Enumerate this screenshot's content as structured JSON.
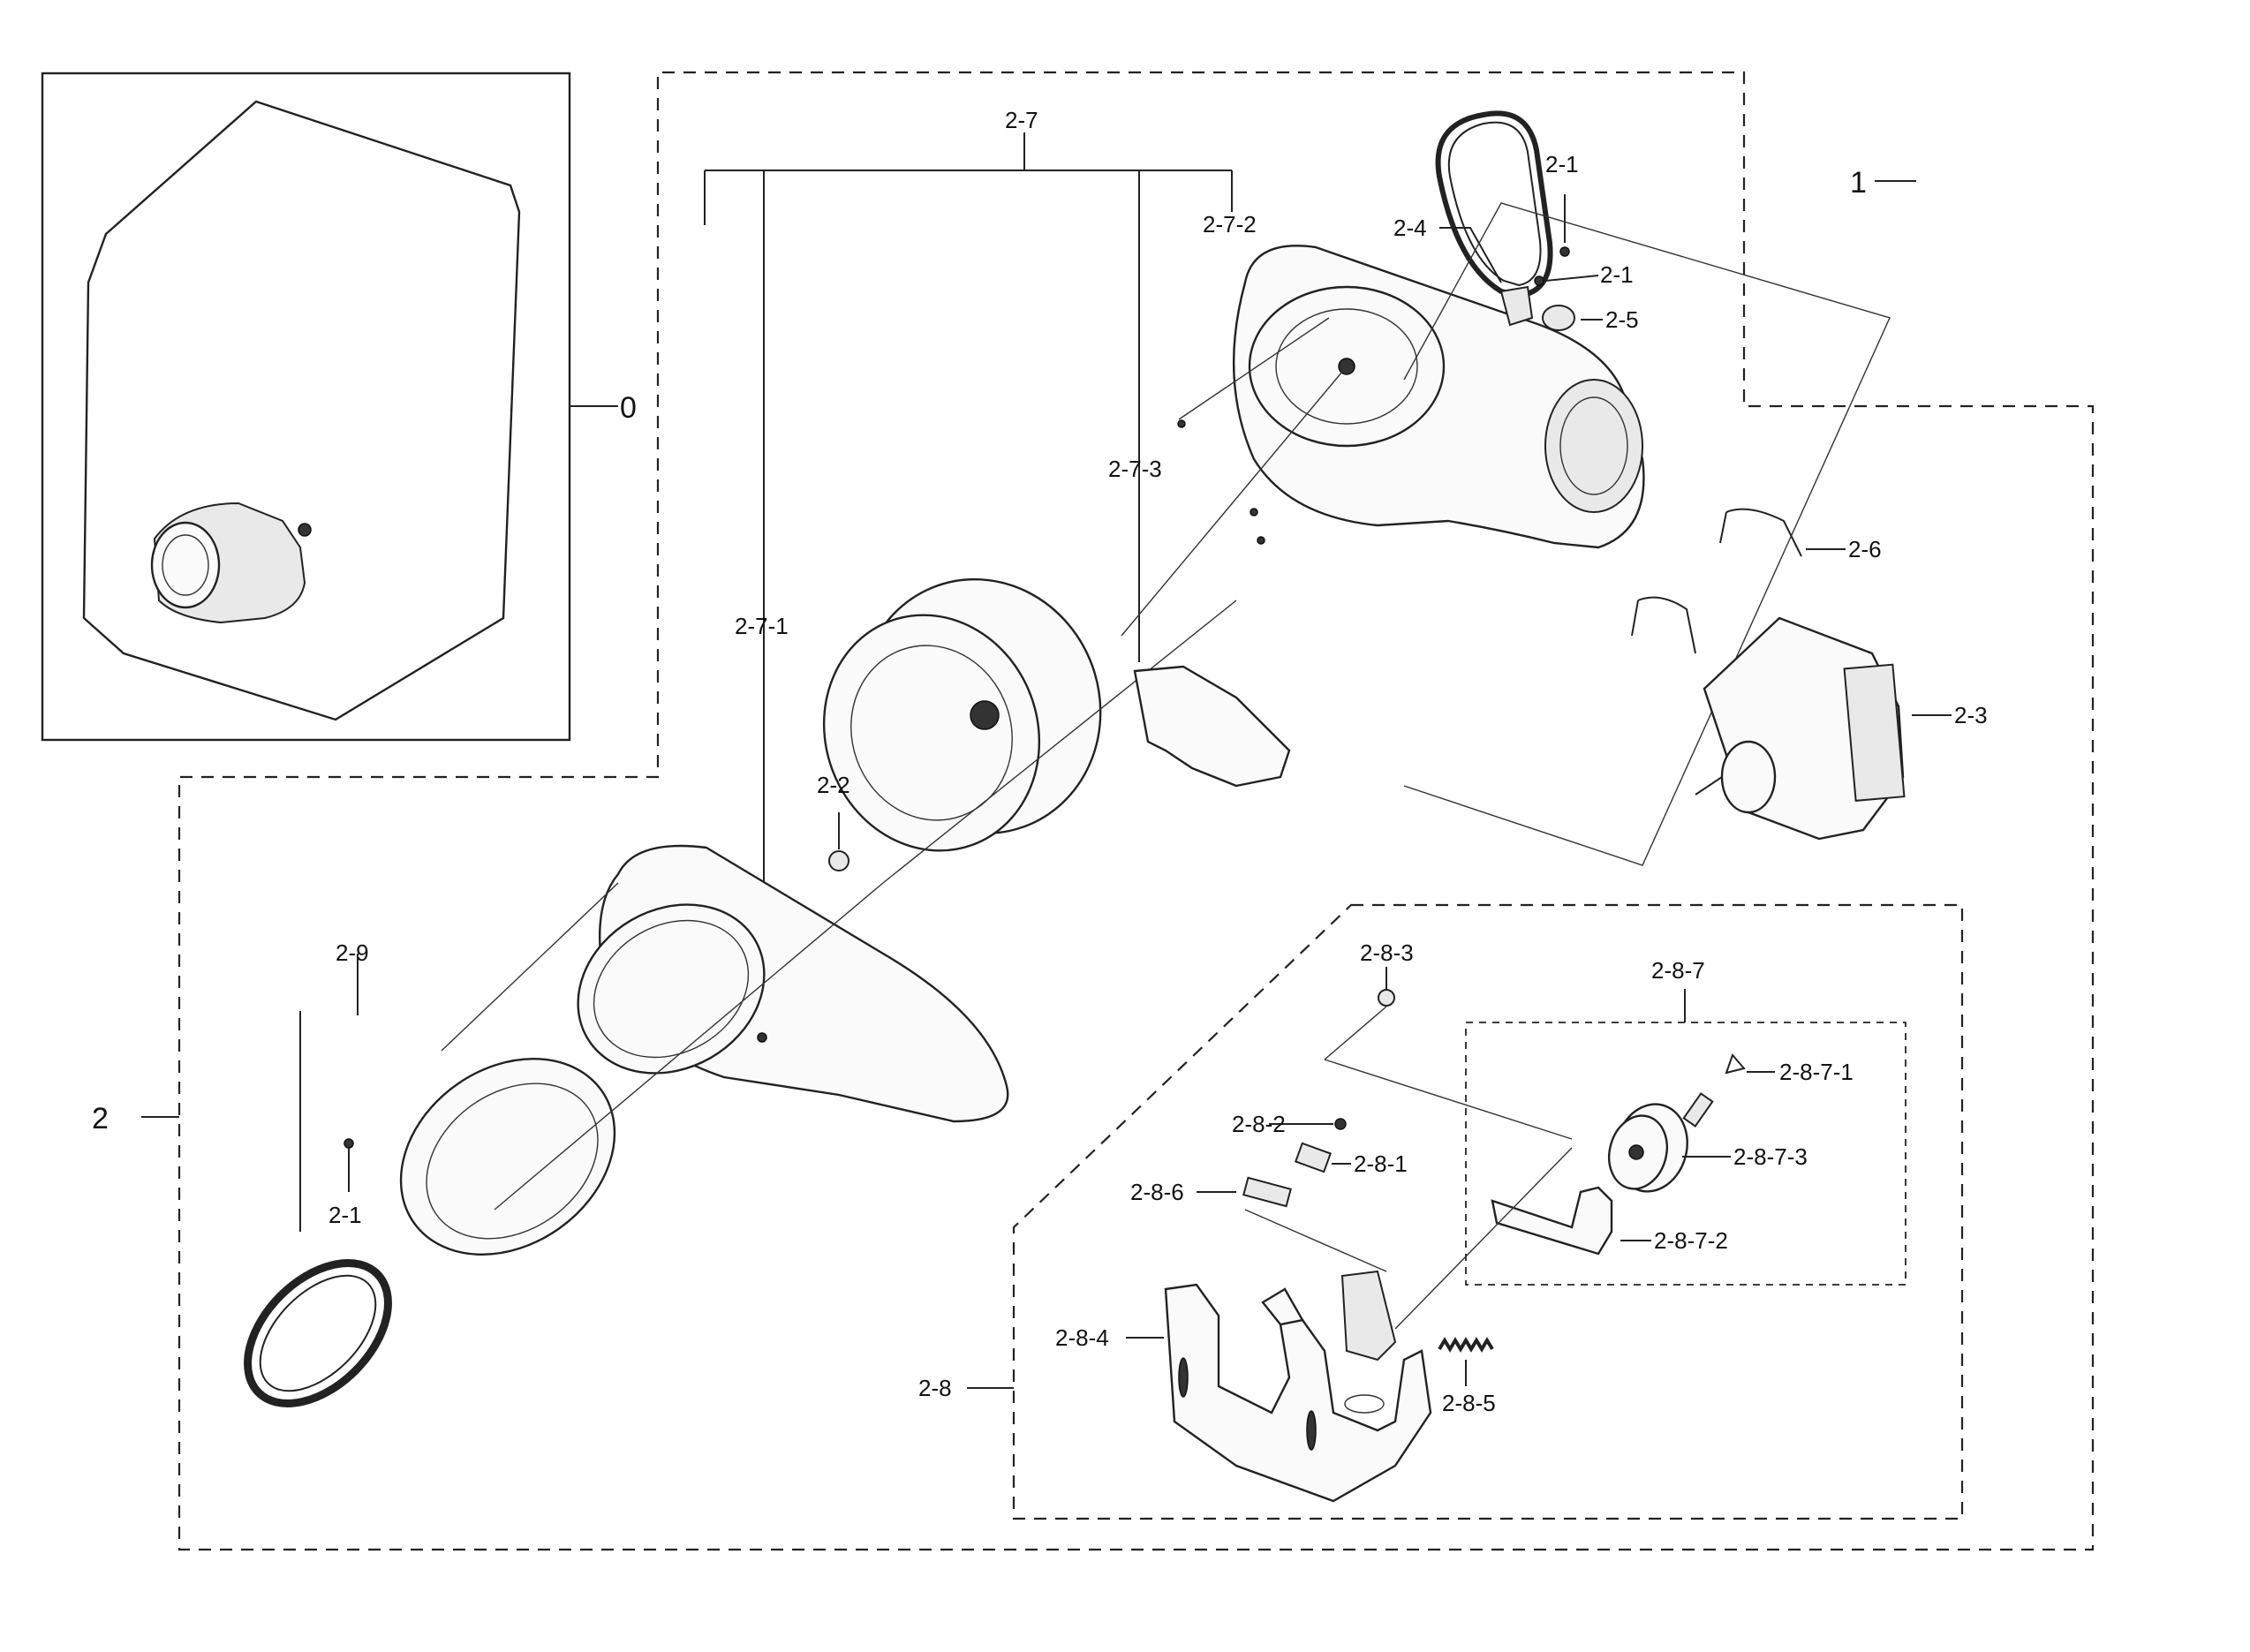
{
  "labels": {
    "l0": "0",
    "l1": "1",
    "l2": "2",
    "l2_1a": "2-1",
    "l2_1b": "2-1",
    "l2_1c": "2-1",
    "l2_2": "2-2",
    "l2_3": "2-3",
    "l2_4": "2-4",
    "l2_5": "2-5",
    "l2_6": "2-6",
    "l2_7": "2-7",
    "l2_7_1": "2-7-1",
    "l2_7_2": "2-7-2",
    "l2_7_3": "2-7-3",
    "l2_8": "2-8",
    "l2_8_1": "2-8-1",
    "l2_8_2": "2-8-2",
    "l2_8_3": "2-8-3",
    "l2_8_4": "2-8-4",
    "l2_8_5": "2-8-5",
    "l2_8_6": "2-8-6",
    "l2_8_7": "2-8-7",
    "l2_8_7_1": "2-8-7-1",
    "l2_8_7_2": "2-8-7-2",
    "l2_8_7_3": "2-8-7-3",
    "l2_9": "2-9"
  }
}
